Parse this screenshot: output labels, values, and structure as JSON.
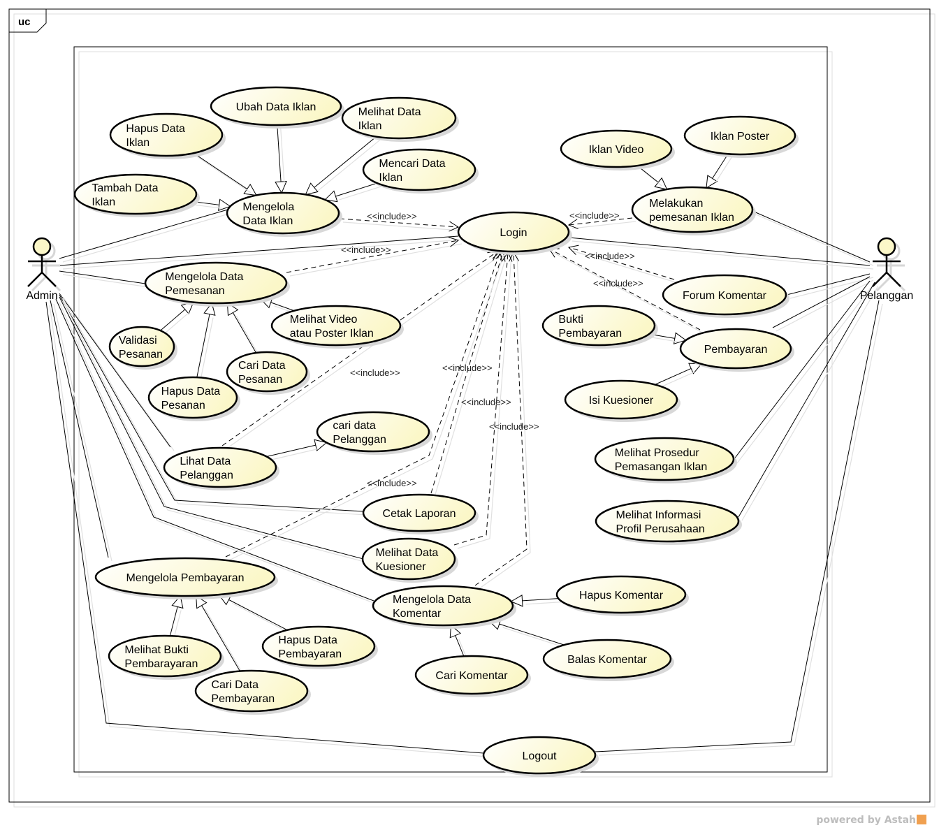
{
  "frame": {
    "label": "uc"
  },
  "actors": [
    {
      "id": "admin",
      "name": "Admin"
    },
    {
      "id": "pelanggan",
      "name": "Pelanggan"
    }
  ],
  "include_label": "<<include>>",
  "usecases": [
    {
      "id": "ubah_data_iklan",
      "lines": [
        "Ubah Data Iklan"
      ]
    },
    {
      "id": "hapus_data_iklan",
      "lines": [
        "Hapus Data",
        "Iklan"
      ]
    },
    {
      "id": "melihat_data_iklan",
      "lines": [
        "Melihat Data",
        "Iklan"
      ]
    },
    {
      "id": "mencari_data_iklan",
      "lines": [
        "Mencari Data",
        "Iklan"
      ]
    },
    {
      "id": "tambah_data_iklan",
      "lines": [
        "Tambah Data",
        "Iklan"
      ]
    },
    {
      "id": "mengelola_data_iklan",
      "lines": [
        "Mengelola",
        "Data Iklan"
      ]
    },
    {
      "id": "login",
      "lines": [
        "Login"
      ]
    },
    {
      "id": "iklan_video",
      "lines": [
        "Iklan Video"
      ]
    },
    {
      "id": "iklan_poster",
      "lines": [
        "Iklan Poster"
      ]
    },
    {
      "id": "melakukan_pemesanan_iklan",
      "lines": [
        "Melakukan",
        "pemesanan Iklan"
      ]
    },
    {
      "id": "mengelola_data_pemesanan",
      "lines": [
        "Mengelola Data",
        "Pemesanan"
      ]
    },
    {
      "id": "melihat_video_poster",
      "lines": [
        "Melihat Video",
        "atau Poster Iklan"
      ]
    },
    {
      "id": "validasi_pesanan",
      "lines": [
        "Validasi",
        "Pesanan"
      ]
    },
    {
      "id": "cari_data_pesanan",
      "lines": [
        "Cari Data",
        "Pesanan"
      ]
    },
    {
      "id": "hapus_data_pesanan",
      "lines": [
        "Hapus Data",
        "Pesanan"
      ]
    },
    {
      "id": "forum_komentar",
      "lines": [
        "Forum Komentar"
      ]
    },
    {
      "id": "bukti_pembayaran",
      "lines": [
        "Bukti",
        "Pembayaran"
      ]
    },
    {
      "id": "pembayaran",
      "lines": [
        "Pembayaran"
      ]
    },
    {
      "id": "isi_kuesioner",
      "lines": [
        "Isi Kuesioner"
      ]
    },
    {
      "id": "cari_data_pelanggan",
      "lines": [
        "cari data",
        "Pelanggan"
      ]
    },
    {
      "id": "lihat_data_pelanggan",
      "lines": [
        "Lihat Data",
        "Pelanggan"
      ]
    },
    {
      "id": "melihat_prosedur",
      "lines": [
        "Melihat Prosedur",
        "Pemasangan Iklan"
      ]
    },
    {
      "id": "cetak_laporan",
      "lines": [
        "Cetak Laporan"
      ]
    },
    {
      "id": "melihat_informasi_profil",
      "lines": [
        "Melihat Informasi",
        "Profil Perusahaan"
      ]
    },
    {
      "id": "melihat_data_kuesioner",
      "lines": [
        "Melihat Data",
        "Kuesioner"
      ]
    },
    {
      "id": "mengelola_pembayaran",
      "lines": [
        "Mengelola Pembayaran"
      ]
    },
    {
      "id": "mengelola_data_komentar",
      "lines": [
        "Mengelola Data",
        "Komentar"
      ]
    },
    {
      "id": "hapus_komentar",
      "lines": [
        "Hapus Komentar"
      ]
    },
    {
      "id": "balas_komentar",
      "lines": [
        "Balas Komentar"
      ]
    },
    {
      "id": "cari_komentar",
      "lines": [
        "Cari Komentar"
      ]
    },
    {
      "id": "melihat_bukti_pembarayaran",
      "lines": [
        "Melihat Bukti",
        "Pembarayaran"
      ]
    },
    {
      "id": "hapus_data_pembayaran",
      "lines": [
        "Hapus Data",
        "Pembayaran"
      ]
    },
    {
      "id": "cari_data_pembayaran",
      "lines": [
        "Cari Data",
        "Pembayaran"
      ]
    },
    {
      "id": "logout",
      "lines": [
        "Logout"
      ]
    }
  ],
  "associations": [
    [
      "admin",
      "mengelola_data_iklan"
    ],
    [
      "admin",
      "login"
    ],
    [
      "admin",
      "mengelola_data_pemesanan"
    ],
    [
      "admin",
      "lihat_data_pelanggan"
    ],
    [
      "admin",
      "cetak_laporan"
    ],
    [
      "admin",
      "melihat_data_kuesioner"
    ],
    [
      "admin",
      "mengelola_data_komentar"
    ],
    [
      "admin",
      "mengelola_pembayaran"
    ],
    [
      "admin",
      "logout"
    ],
    [
      "pelanggan",
      "melakukan_pemesanan_iklan"
    ],
    [
      "pelanggan",
      "login"
    ],
    [
      "pelanggan",
      "forum_komentar"
    ],
    [
      "pelanggan",
      "pembayaran"
    ],
    [
      "pelanggan",
      "melihat_prosedur"
    ],
    [
      "pelanggan",
      "melihat_informasi_profil"
    ],
    [
      "pelanggan",
      "logout"
    ]
  ],
  "generalizations": [
    [
      "ubah_data_iklan",
      "mengelola_data_iklan"
    ],
    [
      "hapus_data_iklan",
      "mengelola_data_iklan"
    ],
    [
      "melihat_data_iklan",
      "mengelola_data_iklan"
    ],
    [
      "mencari_data_iklan",
      "mengelola_data_iklan"
    ],
    [
      "tambah_data_iklan",
      "mengelola_data_iklan"
    ],
    [
      "iklan_video",
      "melakukan_pemesanan_iklan"
    ],
    [
      "iklan_poster",
      "melakukan_pemesanan_iklan"
    ],
    [
      "validasi_pesanan",
      "mengelola_data_pemesanan"
    ],
    [
      "hapus_data_pesanan",
      "mengelola_data_pemesanan"
    ],
    [
      "cari_data_pesanan",
      "mengelola_data_pemesanan"
    ],
    [
      "melihat_video_poster",
      "mengelola_data_pemesanan"
    ],
    [
      "bukti_pembayaran",
      "pembayaran"
    ],
    [
      "isi_kuesioner",
      "pembayaran"
    ],
    [
      "lihat_data_pelanggan",
      "cari_data_pelanggan"
    ],
    [
      "melihat_bukti_pembarayaran",
      "mengelola_pembayaran"
    ],
    [
      "cari_data_pembayaran",
      "mengelola_pembayaran"
    ],
    [
      "hapus_data_pembayaran",
      "mengelola_pembayaran"
    ],
    [
      "hapus_komentar",
      "mengelola_data_komentar"
    ],
    [
      "balas_komentar",
      "mengelola_data_komentar"
    ],
    [
      "cari_komentar",
      "mengelola_data_komentar"
    ]
  ],
  "includes": [
    [
      "mengelola_data_iklan",
      "login"
    ],
    [
      "mengelola_data_pemesanan",
      "login"
    ],
    [
      "melakukan_pemesanan_iklan",
      "login"
    ],
    [
      "forum_komentar",
      "login"
    ],
    [
      "pembayaran",
      "login"
    ],
    [
      "lihat_data_pelanggan",
      "login"
    ],
    [
      "cetak_laporan",
      "login"
    ],
    [
      "melihat_data_kuesioner",
      "login"
    ],
    [
      "mengelola_data_komentar",
      "login"
    ],
    [
      "mengelola_pembayaran",
      "login"
    ]
  ],
  "footer": {
    "text": "powered by Astah"
  }
}
